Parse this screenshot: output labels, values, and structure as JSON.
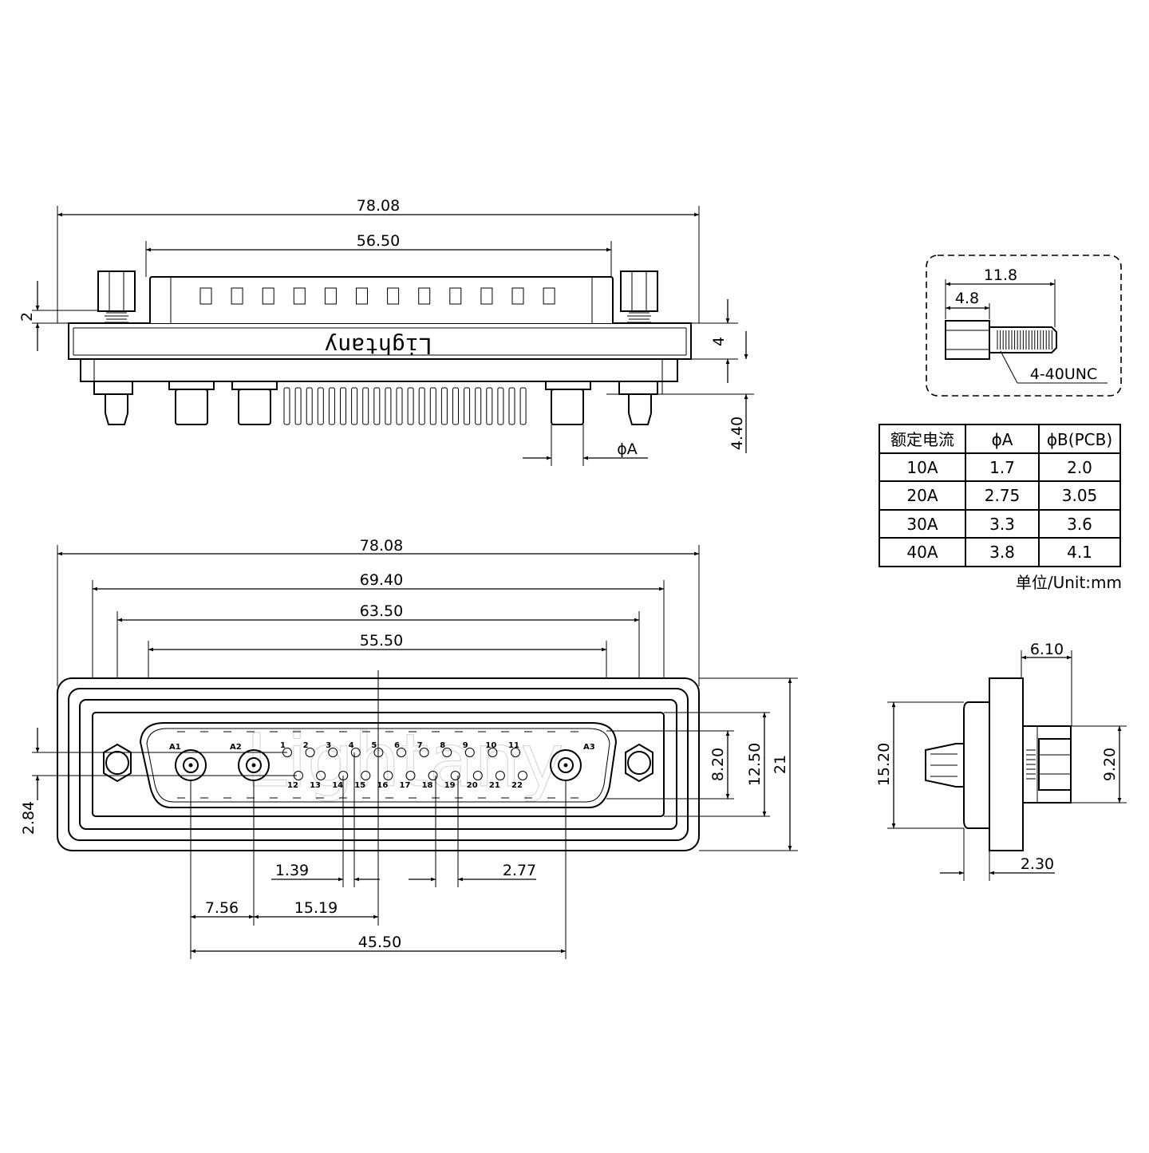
{
  "brand": "Lightany",
  "watermark": "Lightany",
  "top_view": {
    "overall_width": "78.08",
    "body_width": "56.50",
    "screw_gap": "2",
    "flange_thickness": "4",
    "pin_length": "4.40",
    "pin_diameter": "ϕA"
  },
  "front_view": {
    "overall_width": "78.08",
    "dim_69": "69.40",
    "mount_hole_spacing": "63.50",
    "shell_width": "55.50",
    "pin_pitch_small": "1.39",
    "pin_pitch_large": "2.77",
    "a1_a2_offset": "7.56",
    "a2_center_offset": "15.19",
    "a1_a3_spacing": "45.50",
    "row_offset": "2.84",
    "shell_height": "8.20",
    "inner_height": "12.50",
    "overall_height": "21",
    "power_labels": [
      "A1",
      "A2",
      "A3"
    ],
    "row1_pins": [
      "1",
      "2",
      "3",
      "4",
      "5",
      "6",
      "7",
      "8",
      "9",
      "10",
      "11"
    ],
    "row2_pins": [
      "12",
      "13",
      "14",
      "15",
      "16",
      "17",
      "18",
      "19",
      "20",
      "21",
      "22"
    ]
  },
  "screw_detail": {
    "length": "11.8",
    "hex_length": "4.8",
    "thread": "4-40UNC"
  },
  "current_table": {
    "headers": [
      "额定电流",
      "ϕA",
      "ϕB(PCB)"
    ],
    "rows": [
      [
        "10A",
        "1.7",
        "2.0"
      ],
      [
        "20A",
        "2.75",
        "3.05"
      ],
      [
        "30A",
        "3.3",
        "3.6"
      ],
      [
        "40A",
        "3.8",
        "4.1"
      ]
    ],
    "unit": "单位/Unit:mm"
  },
  "side_view": {
    "depth": "6.10",
    "height": "15.20",
    "screw_height": "9.20",
    "flange_thickness": "2.30"
  }
}
